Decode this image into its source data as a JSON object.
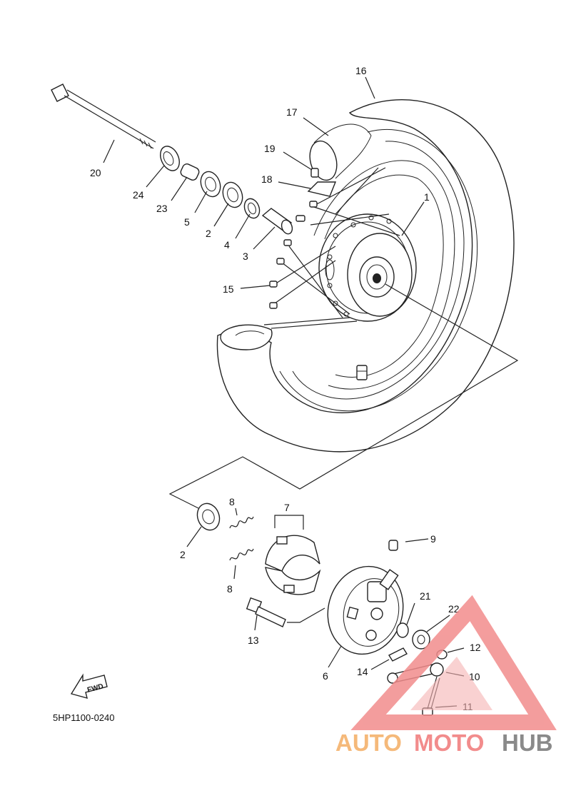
{
  "diagram_code": "5HP1100-0240",
  "fwd_label": "FWD",
  "watermark": {
    "word_part1": "AUTO",
    "word_part2": "MOTO",
    "word_part3": "HUB",
    "color_orange": "#f5b97a",
    "color_red": "#f28c8c",
    "color_gray": "#8a8a8a"
  },
  "callouts": {
    "c1": "1",
    "c2a": "2",
    "c2b": "2",
    "c3": "3",
    "c4": "4",
    "c5": "5",
    "c6": "6",
    "c7": "7",
    "c8a": "8",
    "c8b": "8",
    "c9": "9",
    "c10": "10",
    "c11": "11",
    "c12": "12",
    "c13": "13",
    "c14": "14",
    "c15": "15",
    "c16": "16",
    "c17": "17",
    "c18": "18",
    "c19": "19",
    "c20": "20",
    "c21": "21",
    "c22": "22",
    "c23": "23",
    "c24": "24"
  }
}
